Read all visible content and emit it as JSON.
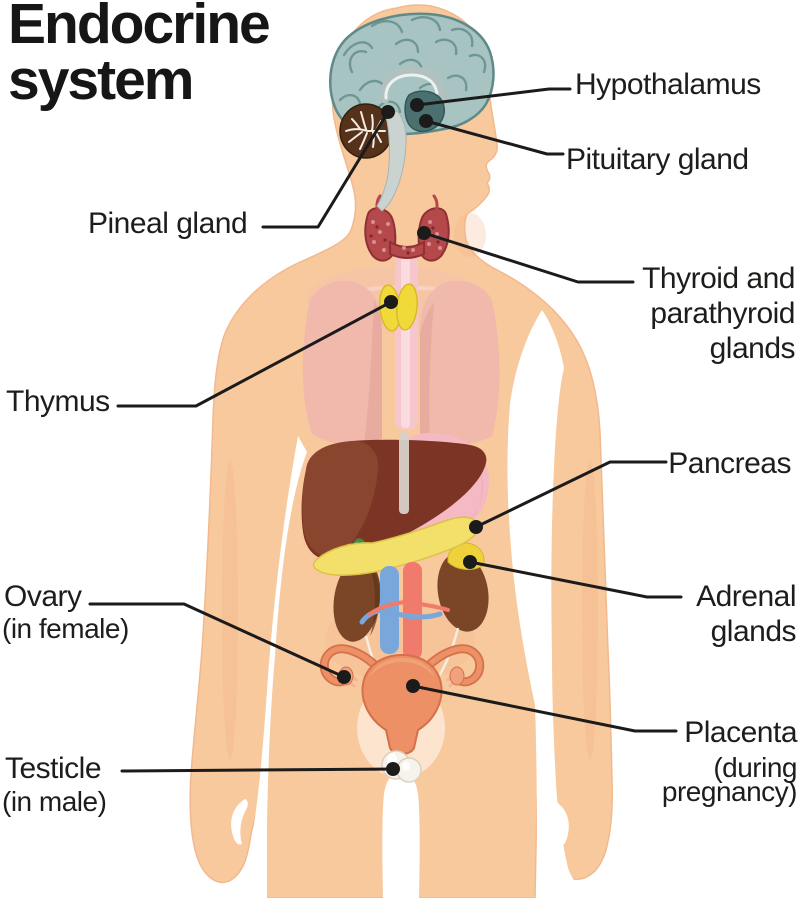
{
  "title": {
    "line1": "Endocrine",
    "line2": "system"
  },
  "labels": {
    "hypothalamus": "Hypothalamus",
    "pituitary": "Pituitary gland",
    "pineal": "Pineal gland",
    "thyroid_line1": "Thyroid and",
    "thyroid_line2": "parathyroid",
    "thyroid_line3": "glands",
    "thymus": "Thymus",
    "pancreas": "Pancreas",
    "ovary": "Ovary",
    "ovary_sub": "(in female)",
    "adrenal_line1": "Adrenal",
    "adrenal_line2": "glands",
    "testicle": "Testicle",
    "testicle_sub": "(in male)",
    "placenta": "Placenta",
    "placenta_sub1": "(during",
    "placenta_sub2": "pregnancy)"
  },
  "colors": {
    "background": "#FFFFFF",
    "text": "#1D1D1B",
    "skin": "#F8C99D",
    "skin_shade": "#F0B183",
    "brain": "#A7C3C2",
    "brain_line": "#5E8A88",
    "cerebellum": "#56321B",
    "brainstem": "#CBD3D1",
    "thalamus": "#4A7170",
    "thyroid": "#B5484B",
    "thymus": "#F0DA3A",
    "lung": "#F1B9AC",
    "liver": "#7C3424",
    "liver_light": "#8C4730",
    "stomach": "#F5B9C3",
    "pancreas": "#F2E06A",
    "kidney": "#7B4627",
    "adrenal": "#EFD13B",
    "gallbladder": "#3E8C43",
    "aorta": "#F07A6C",
    "vena_cava": "#79A7DB",
    "uterus": "#EE9066",
    "uterus_line": "#D4704A",
    "testicle": "#F7F3EB",
    "leader_line": "#1B1B1B"
  }
}
